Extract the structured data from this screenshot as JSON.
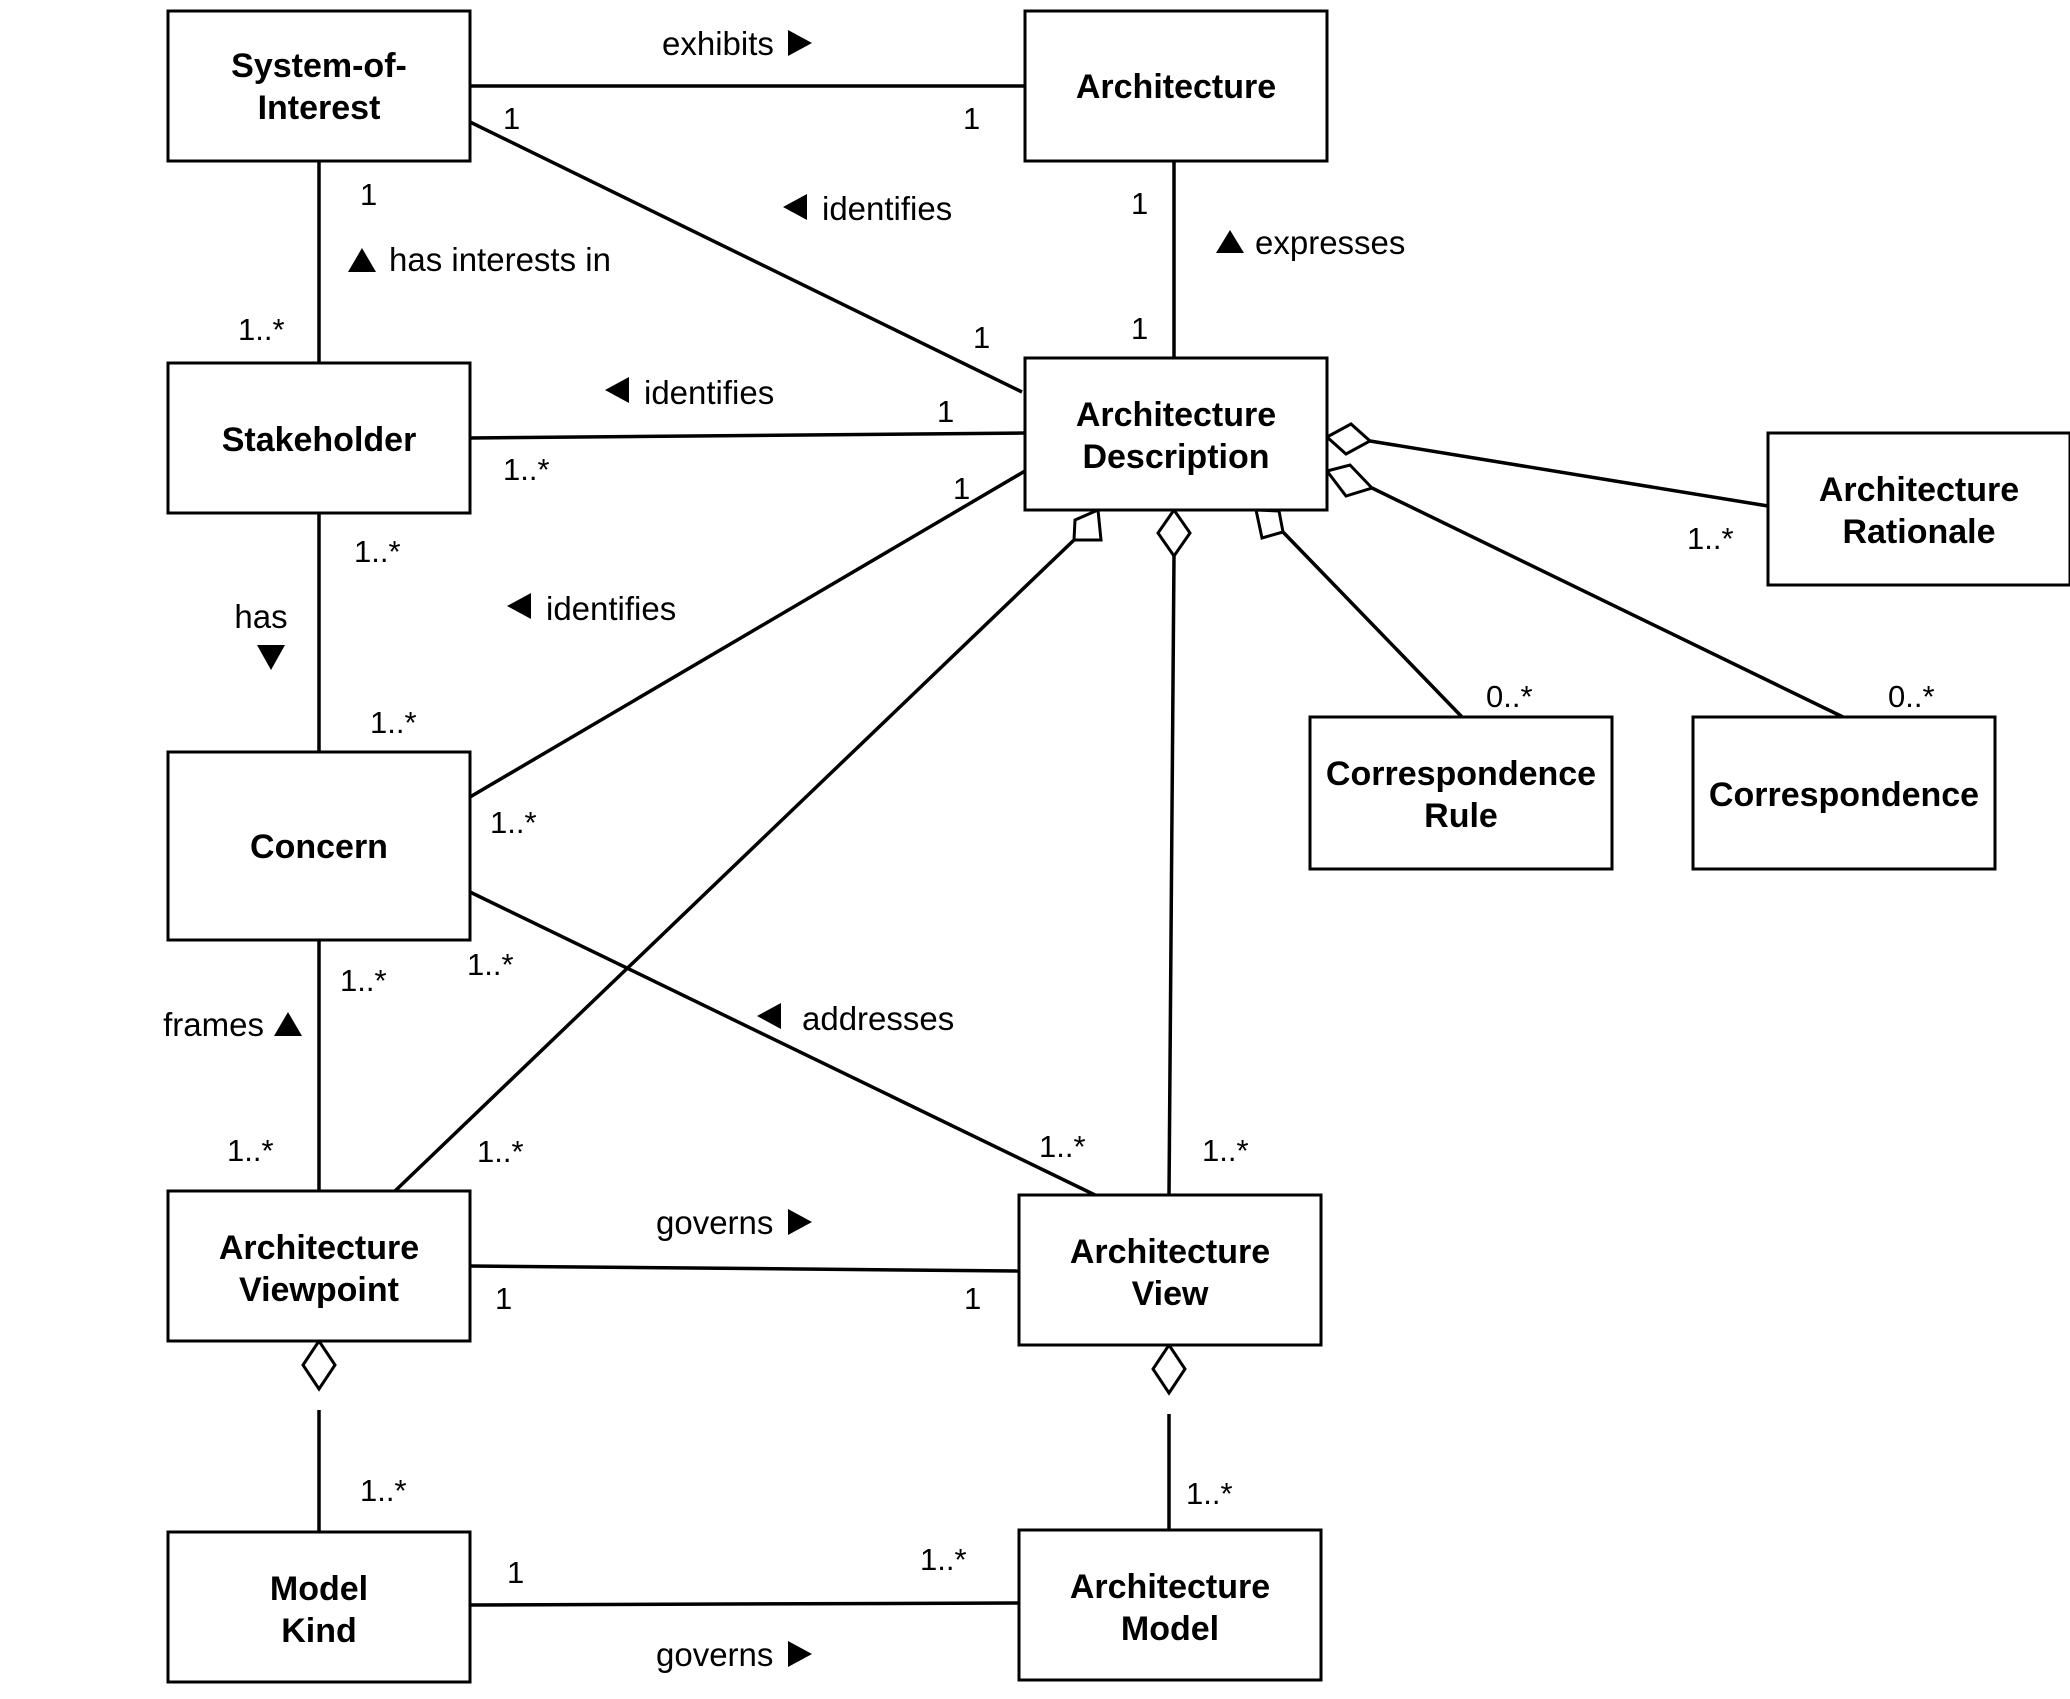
{
  "nodes": {
    "system_of_interest": [
      "System-of-",
      "Interest"
    ],
    "architecture": [
      "Architecture"
    ],
    "stakeholder": [
      "Stakeholder"
    ],
    "architecture_description": [
      "Architecture",
      "Description"
    ],
    "architecture_rationale": [
      "Architecture",
      "Rationale"
    ],
    "concern": [
      "Concern"
    ],
    "correspondence_rule": [
      "Correspondence",
      "Rule"
    ],
    "correspondence": [
      "Correspondence"
    ],
    "architecture_viewpoint": [
      "Architecture",
      "Viewpoint"
    ],
    "architecture_view": [
      "Architecture",
      "View"
    ],
    "model_kind": [
      "Model",
      "Kind"
    ],
    "architecture_model": [
      "Architecture",
      "Model"
    ]
  },
  "relations": {
    "exhibits": "exhibits",
    "identifies_soi": "identifies",
    "expresses": "expresses",
    "has_interests_in": "has interests in",
    "identifies_stakeholder": "identifies",
    "has": "has",
    "identifies_concern": "identifies",
    "addresses": "addresses",
    "frames": "frames",
    "governs_view": "governs",
    "governs_model": "governs"
  },
  "multiplicities": {
    "soi_arch": "1",
    "arch_soi": "1",
    "soi_ad": "1",
    "soi_stakeholder": "1",
    "stakeholder_soi": "1..*",
    "arch_ad": "1",
    "ad_arch": "1",
    "ad_soi": "1",
    "ad_stakeholder": "1",
    "stakeholder_ad": "1..*",
    "ad_concern": "1",
    "stakeholder_concern": "1..*",
    "concern_stakeholder": "1..*",
    "rationale": "1..*",
    "corr_rule": "0..*",
    "corr": "0..*",
    "concern_ad": "1..*",
    "concern_view": "1..*",
    "concern_viewpoint": "1..*",
    "viewpoint_concern": "1..*",
    "viewpoint_ad": "1..*",
    "view_concern": "1..*",
    "view_ad": "1..*",
    "viewpoint_view": "1",
    "view_viewpoint": "1",
    "model_kind_mult": "1..*",
    "model_mult": "1..*",
    "modelkind_model": "1",
    "model_modelkind": "1..*"
  }
}
